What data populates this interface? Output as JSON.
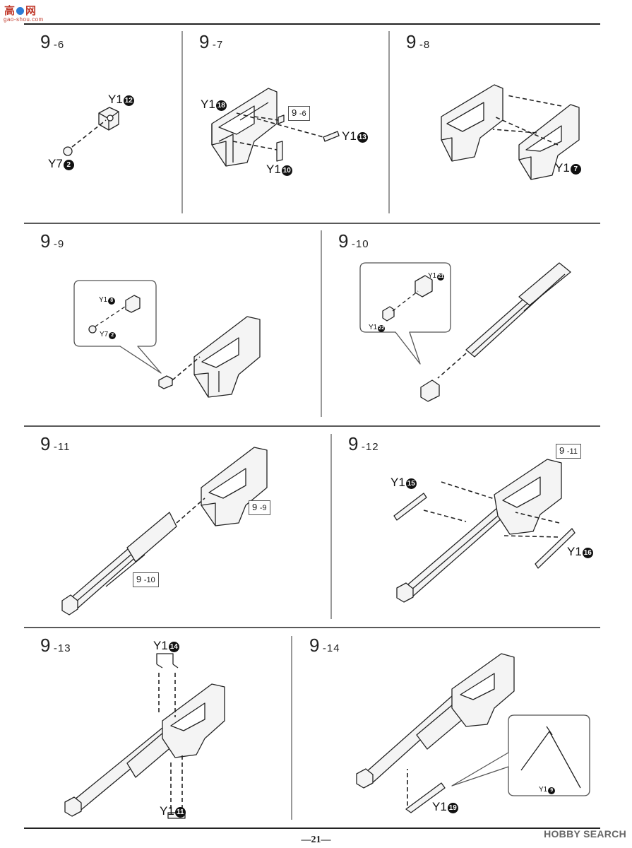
{
  "header": {
    "logo_text": "高",
    "logo_text2": "网",
    "logo_url": "gao-shou.com"
  },
  "steps": [
    {
      "id": "9-6",
      "num": "9",
      "sub": "-6"
    },
    {
      "id": "9-7",
      "num": "9",
      "sub": "-7"
    },
    {
      "id": "9-8",
      "num": "9",
      "sub": "-8"
    },
    {
      "id": "9-9",
      "num": "9",
      "sub": "-9"
    },
    {
      "id": "9-10",
      "num": "9",
      "sub": "-10"
    },
    {
      "id": "9-11",
      "num": "9",
      "sub": "-11"
    },
    {
      "id": "9-12",
      "num": "9",
      "sub": "-12"
    },
    {
      "id": "9-13",
      "num": "9",
      "sub": "-13"
    },
    {
      "id": "9-14",
      "num": "9",
      "sub": "-14"
    }
  ],
  "refs": {
    "r96": {
      "num": "9",
      "sub": "-6"
    },
    "r99": {
      "num": "9",
      "sub": "-9"
    },
    "r910": {
      "num": "9",
      "sub": "-10"
    },
    "r911": {
      "num": "9",
      "sub": "-11"
    }
  },
  "parts": {
    "y12": {
      "pre": "Y1",
      "n": "12"
    },
    "y2": {
      "pre": "Y7",
      "n": "2"
    },
    "y18": {
      "pre": "Y1",
      "n": "18"
    },
    "y13": {
      "pre": "Y1",
      "n": "13"
    },
    "y10": {
      "pre": "Y1",
      "n": "10"
    },
    "y17": {
      "pre": "Y1",
      "n": "7"
    },
    "y18b": {
      "pre": "Y1",
      "n": "8"
    },
    "y2b": {
      "pre": "Y7",
      "n": "2"
    },
    "y21": {
      "pre": "Y1",
      "n": "21"
    },
    "y22": {
      "pre": "Y1",
      "n": "22"
    },
    "y15": {
      "pre": "Y1",
      "n": "15"
    },
    "y16": {
      "pre": "Y1",
      "n": "16"
    },
    "y14": {
      "pre": "Y1",
      "n": "14"
    },
    "y11": {
      "pre": "Y1",
      "n": "11"
    },
    "y19": {
      "pre": "Y1",
      "n": "19"
    },
    "y19b": {
      "pre": "Y1",
      "n": "9"
    }
  },
  "footer": {
    "page": "—21—",
    "watermark": "HOBBY SEARCH"
  }
}
